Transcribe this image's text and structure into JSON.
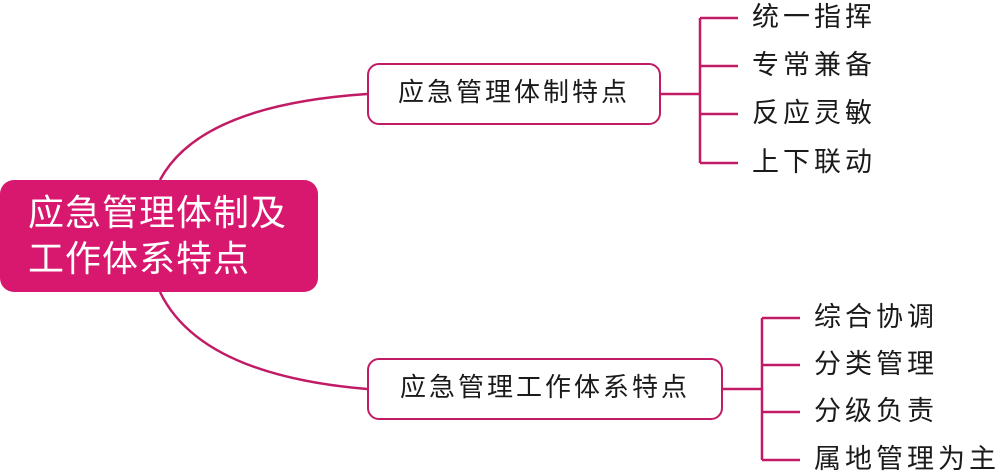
{
  "root": {
    "lines": [
      "应急管理体制及",
      "工作体系特点"
    ]
  },
  "branches": [
    {
      "label": "应急管理体制特点",
      "items": [
        "统一指挥",
        "专常兼备",
        "反应灵敏",
        "上下联动"
      ]
    },
    {
      "label": "应急管理工作体系特点",
      "items": [
        "综合协调",
        "分类管理",
        "分级负责",
        "属地管理为主"
      ]
    }
  ],
  "colors": {
    "accent": "#d8176e",
    "border": "#c21b66",
    "line": "#c21b66",
    "text": "#1a1a1a"
  }
}
